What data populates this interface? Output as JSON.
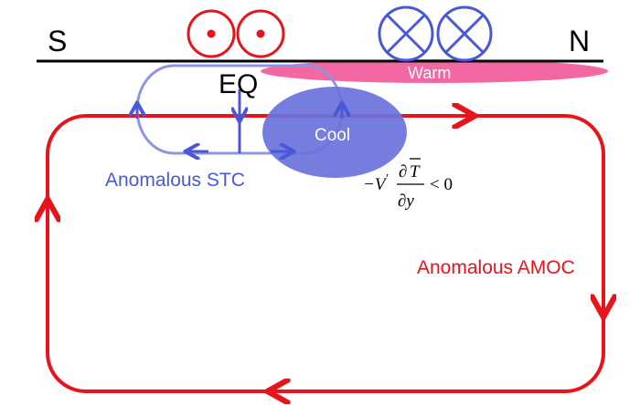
{
  "labels": {
    "south": "S",
    "north": "N",
    "equator": "EQ",
    "warm": "Warm",
    "cool": "Cool",
    "stc": "Anomalous STC",
    "amoc": "Anomalous AMOC"
  },
  "equation": {
    "lhs": "−V",
    "prime": "′",
    "numerator_d": "∂",
    "numerator_T": "T",
    "denominator": "∂y",
    "rhs": "< 0"
  },
  "colors": {
    "amoc": "#e8141c",
    "stc": "#4a58d8",
    "stc_faded": "#8d95e3",
    "cool_patch": "#6a72dc",
    "warm_patch": "#f2609e",
    "surface_line": "#000000",
    "wind_out_of_page": "#e8141c",
    "wind_into_page": "#4a58d8"
  },
  "icons": {
    "wind_out_of_page": "circle-dot-icon",
    "wind_into_page": "circle-cross-icon"
  }
}
